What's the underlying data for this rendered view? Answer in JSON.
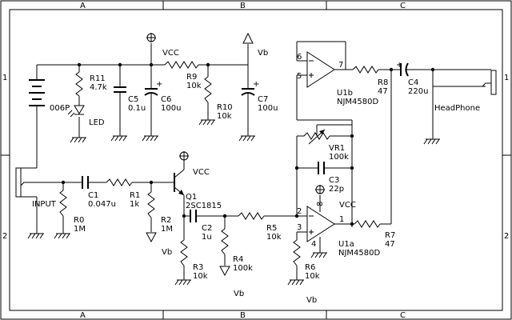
{
  "border": {
    "cols": [
      "A",
      "B",
      "C"
    ],
    "rows": [
      "1",
      "2"
    ]
  },
  "labels": {
    "vcc_top": "VCC",
    "vb_top": "Vb",
    "battery": "006P",
    "led": "LED",
    "input": "INPUT",
    "headphone": "HeadPhone",
    "vcc_q1": "VCC",
    "vcc_u1a": "VCC",
    "vb_r2": "Vb",
    "vb_r4": "Vb",
    "vb_r6": "Vb"
  },
  "components": {
    "r11": {
      "name": "R11",
      "value": "4.7k"
    },
    "c5": {
      "name": "C5",
      "value": "0.1u"
    },
    "c6": {
      "name": "C6",
      "value": "100u"
    },
    "r9": {
      "name": "R9",
      "value": "10k"
    },
    "r10": {
      "name": "R10",
      "value": "10k"
    },
    "c7": {
      "name": "C7",
      "value": "100u"
    },
    "c1": {
      "name": "C1",
      "value": "0.047u"
    },
    "r1": {
      "name": "R1",
      "value": "1k"
    },
    "r0": {
      "name": "R0",
      "value": "1M"
    },
    "q1": {
      "name": "Q1",
      "value": "2SC1815"
    },
    "r2": {
      "name": "R2",
      "value": "1M"
    },
    "c2": {
      "name": "C2",
      "value": "1u"
    },
    "r3": {
      "name": "R3",
      "value": "10k"
    },
    "r4": {
      "name": "R4",
      "value": "100k"
    },
    "r5": {
      "name": "R5",
      "value": "10k"
    },
    "vr1": {
      "name": "VR1",
      "value": "100k"
    },
    "c3": {
      "name": "C3",
      "value": "22p"
    },
    "r6": {
      "name": "R6",
      "value": "10k"
    },
    "r7": {
      "name": "R7",
      "value": "47"
    },
    "r8": {
      "name": "R8",
      "value": "47"
    },
    "c4": {
      "name": "C4",
      "value": "220u"
    },
    "u1a": {
      "name": "U1a",
      "value": "NJM4580D"
    },
    "u1b": {
      "name": "U1b",
      "value": "NJM4580D"
    }
  },
  "pins": {
    "u1a_in_minus": "2",
    "u1a_in_plus": "3",
    "u1a_out": "1",
    "u1a_vcc": "8",
    "u1a_gnd": "4",
    "u1b_in_minus": "6",
    "u1b_in_plus": "5",
    "u1b_out": "7"
  },
  "polarity": {
    "c6": "+",
    "c7": "+",
    "c4": "+"
  }
}
